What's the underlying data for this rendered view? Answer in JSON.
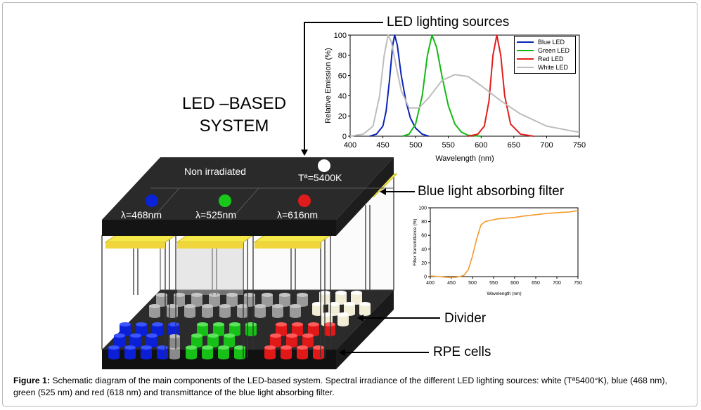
{
  "titles": {
    "led_sources": "LED lighting sources",
    "system_line1": "LED –BASED",
    "system_line2": "SYSTEM"
  },
  "callouts": {
    "filter": "Blue light absorbing filter",
    "divider": "Divider",
    "rpe": "RPE cells"
  },
  "box_labels": {
    "non_irradiated": "Non irradiated",
    "white_temp": "Tª=5400K",
    "blue": "λ=468nm",
    "green": "λ=525nm",
    "red": "λ=616nm"
  },
  "colors": {
    "blue_led": "#0a23b5",
    "green_led": "#13b813",
    "red_led": "#e21d1d",
    "white_led": "#bdbdbd",
    "filter_curve": "#f39a2c",
    "filter_yellow": "#f7e84a"
  },
  "caption": {
    "label": "Figure 1:",
    "text": " Schematic diagram of the main components of the LED-based system. Spectral irradiance of the different LED lighting sources: white (Tª5400°K), blue (468 nm), green (525 nm) and red (618 nm) and transmittance of the blue light absorbing filter."
  },
  "chart_data": [
    {
      "type": "line",
      "xlabel": "Wavelength (nm)",
      "ylabel": "Relative Emission (%)",
      "xlim": [
        400,
        750
      ],
      "ylim": [
        0,
        100
      ],
      "xticks": [
        "400",
        "450",
        "500",
        "550",
        "600",
        "650",
        "700",
        "750"
      ],
      "yticks": [
        "0",
        "20",
        "40",
        "60",
        "80",
        "100"
      ],
      "legend_position": "top-right",
      "series": [
        {
          "name": "Blue LED",
          "x": [
            430,
            440,
            450,
            455,
            460,
            465,
            468,
            472,
            478,
            485,
            492,
            500,
            510,
            520
          ],
          "y": [
            0,
            2,
            10,
            25,
            55,
            90,
            100,
            90,
            60,
            35,
            18,
            8,
            2,
            0
          ]
        },
        {
          "name": "Green LED",
          "x": [
            480,
            490,
            500,
            510,
            518,
            525,
            532,
            540,
            550,
            560,
            570,
            580,
            600
          ],
          "y": [
            0,
            2,
            12,
            40,
            80,
            100,
            88,
            60,
            30,
            12,
            4,
            1,
            0
          ]
        },
        {
          "name": "Red LED",
          "x": [
            580,
            595,
            605,
            612,
            618,
            624,
            630,
            636,
            645,
            660,
            680
          ],
          "y": [
            0,
            2,
            10,
            35,
            80,
            100,
            80,
            40,
            12,
            2,
            0
          ]
        },
        {
          "name": "White LED",
          "x": [
            400,
            420,
            435,
            445,
            452,
            458,
            463,
            470,
            478,
            490,
            505,
            520,
            540,
            560,
            580,
            600,
            630,
            660,
            700,
            740,
            750
          ],
          "y": [
            0,
            2,
            10,
            40,
            80,
            100,
            93,
            70,
            45,
            28,
            28,
            38,
            55,
            61,
            59,
            50,
            35,
            22,
            10,
            5,
            4
          ]
        }
      ]
    },
    {
      "type": "line",
      "xlabel": "Wavelength (nm)",
      "ylabel": "Filter transmittance (%)",
      "xlim": [
        400,
        750
      ],
      "ylim": [
        0,
        100
      ],
      "xticks": [
        "400",
        "450",
        "500",
        "550",
        "600",
        "650",
        "700",
        "750"
      ],
      "yticks": [
        "0",
        "20",
        "40",
        "60",
        "80",
        "100"
      ],
      "series": [
        {
          "name": "",
          "x": [
            400,
            420,
            440,
            460,
            470,
            480,
            490,
            500,
            510,
            520,
            530,
            545,
            560,
            580,
            600,
            620,
            650,
            680,
            700,
            730,
            750
          ],
          "y": [
            1,
            0,
            -1,
            -1,
            0,
            2,
            10,
            30,
            55,
            75,
            80,
            82,
            84,
            85,
            86,
            88,
            90,
            92,
            93,
            94,
            96
          ]
        }
      ]
    }
  ]
}
